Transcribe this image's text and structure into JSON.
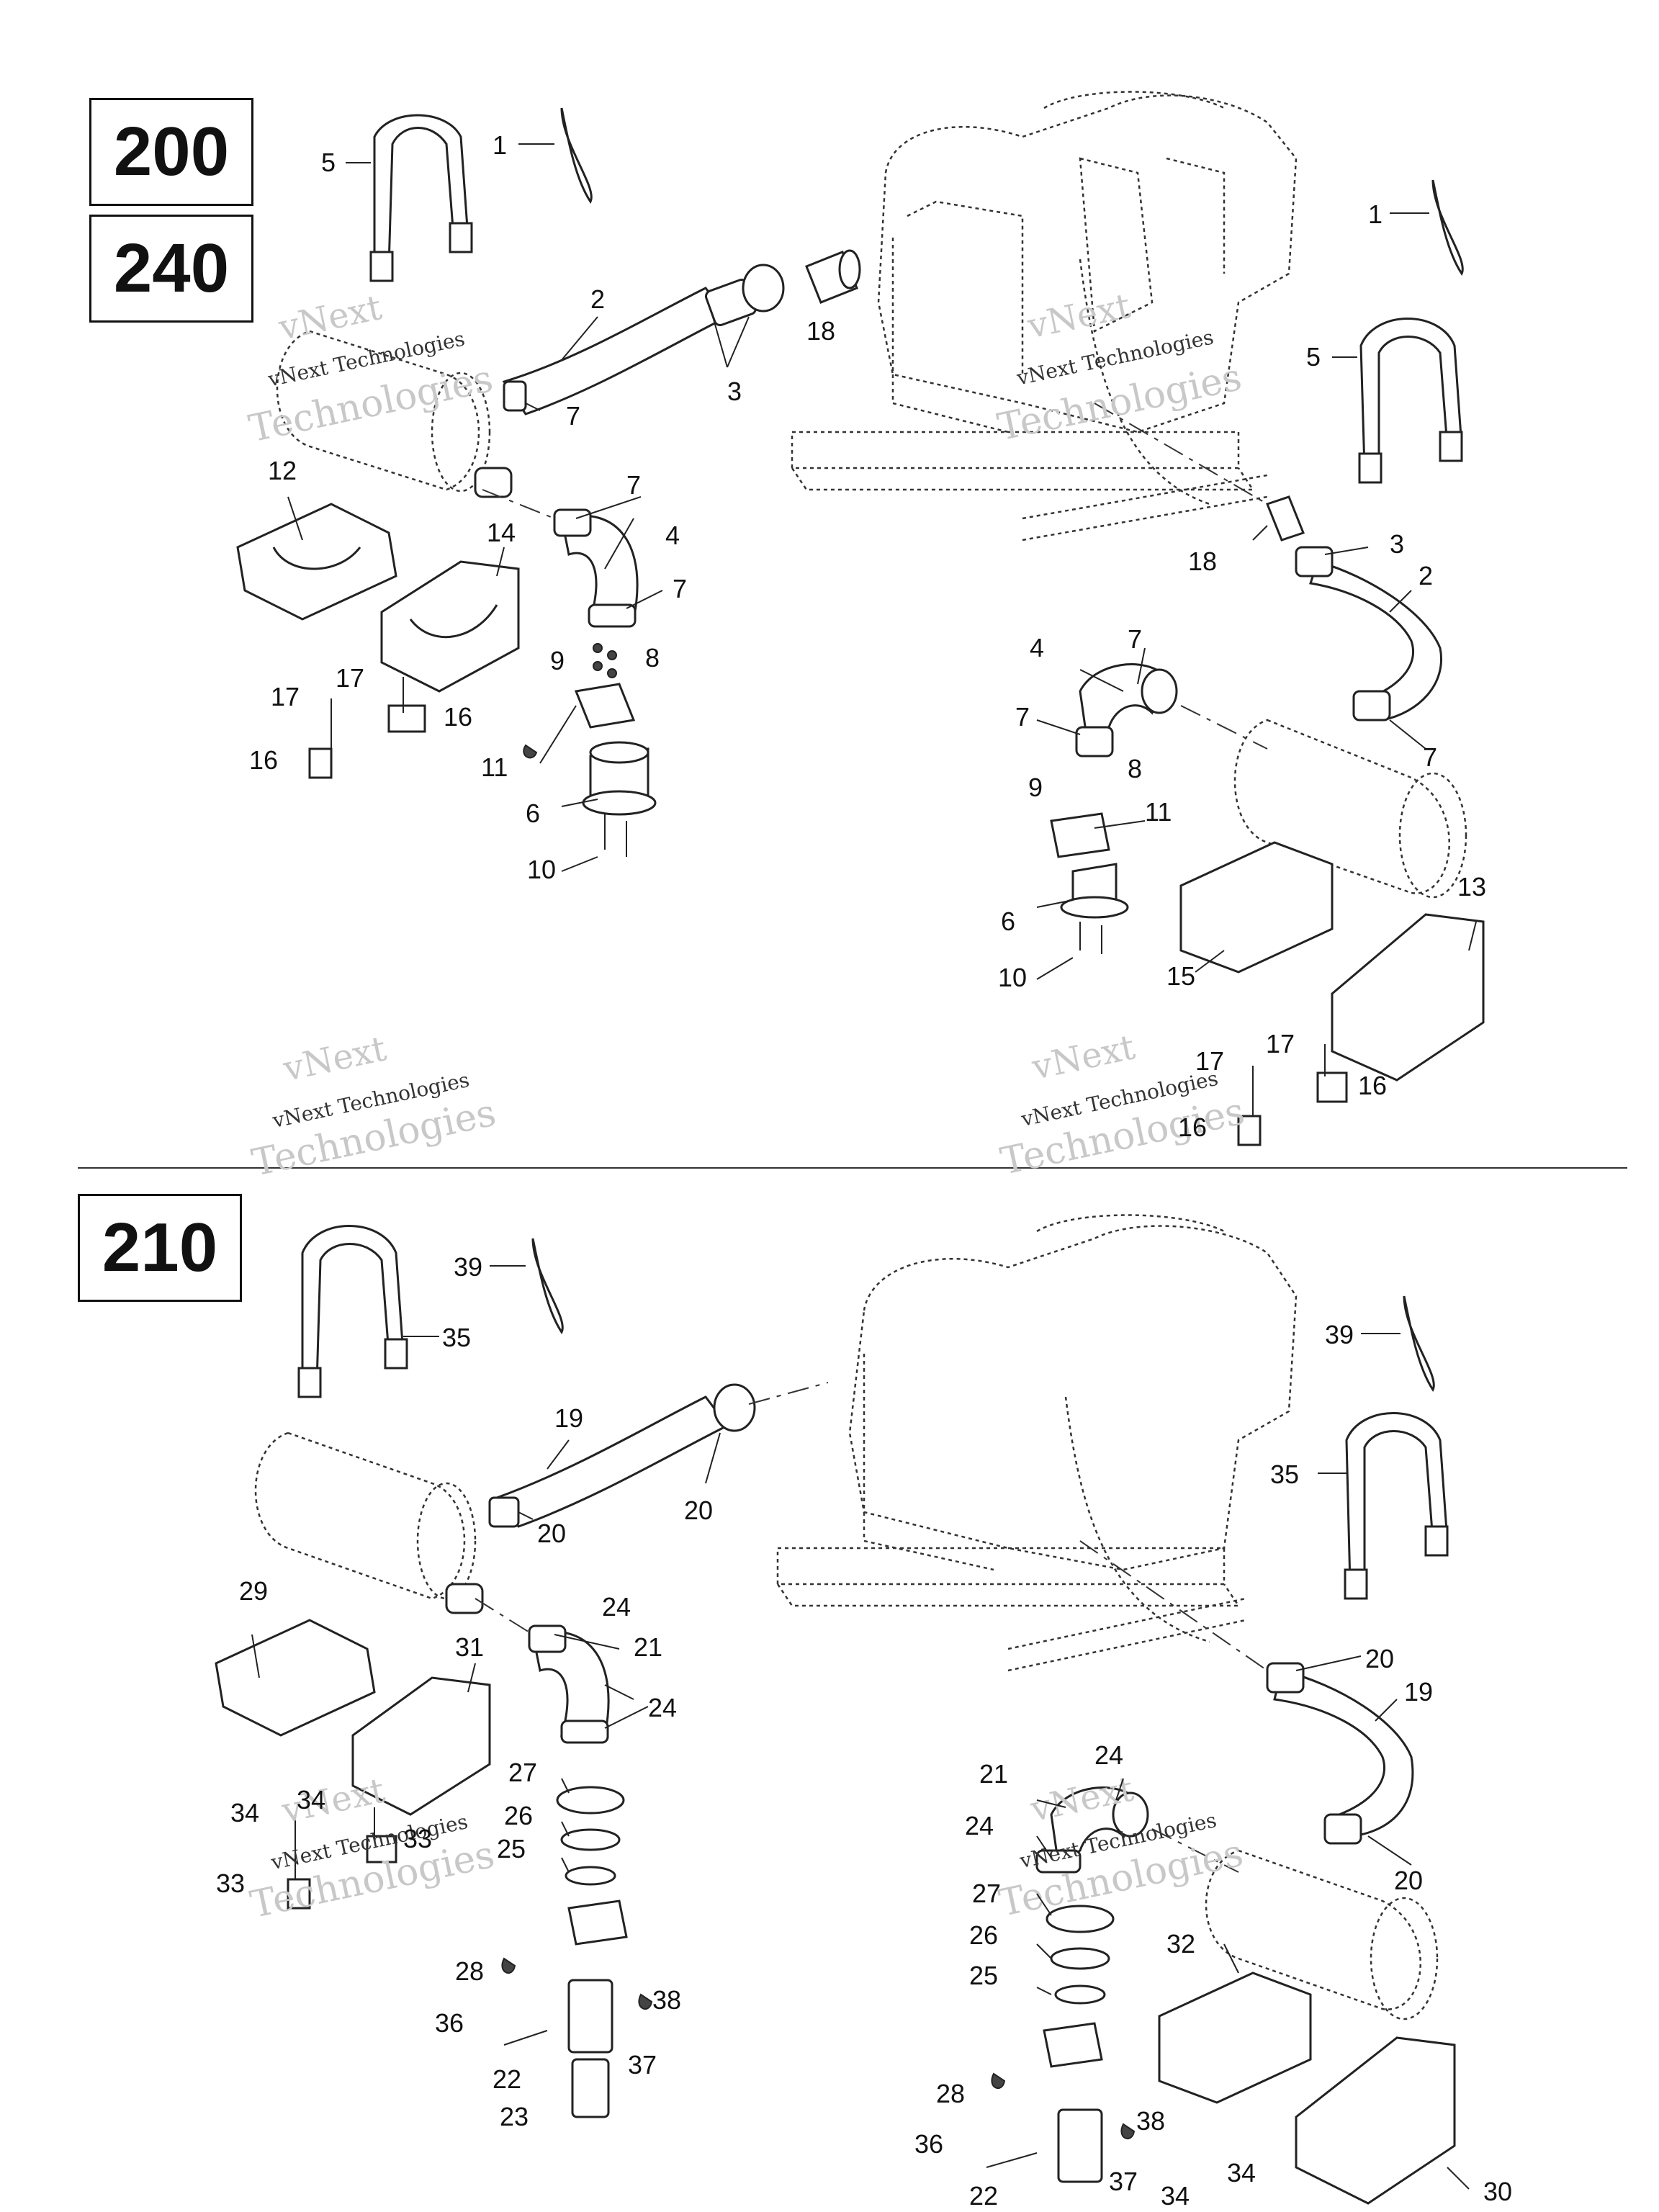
{
  "models": {
    "top_primary": "200",
    "top_secondary": "240",
    "bottom": "210"
  },
  "watermark": {
    "line1": "vNext",
    "line2": "vNext Technologies",
    "line3": "Technologies"
  },
  "callouts": {
    "c1a": "1",
    "c1b": "1",
    "c2a": "2",
    "c2b": "2",
    "c3a": "3",
    "c3b": "3",
    "c4a": "4",
    "c4b": "4",
    "c5a": "5",
    "c5b": "5",
    "c6a": "6",
    "c6b": "6",
    "c7a": "7",
    "c7b": "7",
    "c7c": "7",
    "c7d": "7",
    "c7e": "7",
    "c7f": "7",
    "c8a": "8",
    "c8b": "8",
    "c9a": "9",
    "c9b": "9",
    "c10a": "10",
    "c10b": "10",
    "c11a": "11",
    "c11b": "11",
    "c12": "12",
    "c13": "13",
    "c14": "14",
    "c15": "15",
    "c16a": "16",
    "c16b": "16",
    "c16c": "16",
    "c16d": "16",
    "c17a": "17",
    "c17b": "17",
    "c17c": "17",
    "c17d": "17",
    "c18a": "18",
    "c18b": "18",
    "c19a": "19",
    "c19b": "19",
    "c20a": "20",
    "c20b": "20",
    "c20c": "20",
    "c20d": "20",
    "c21a": "21",
    "c21b": "21",
    "c22a": "22",
    "c22b": "22",
    "c23": "23",
    "c24a": "24",
    "c24b": "24",
    "c24c": "24",
    "c24d": "24",
    "c25a": "25",
    "c25b": "25",
    "c26a": "26",
    "c26b": "26",
    "c27a": "27",
    "c27b": "27",
    "c28a": "28",
    "c28b": "28",
    "c29": "29",
    "c30": "30",
    "c31": "31",
    "c32": "32",
    "c33a": "33",
    "c33b": "33",
    "c34a": "34",
    "c34b": "34",
    "c34c": "34",
    "c34d": "34",
    "c35a": "35",
    "c35b": "35",
    "c36a": "36",
    "c36b": "36",
    "c37a": "37",
    "c37b": "37",
    "c38a": "38",
    "c38b": "38",
    "c39a": "39",
    "c39b": "39"
  }
}
